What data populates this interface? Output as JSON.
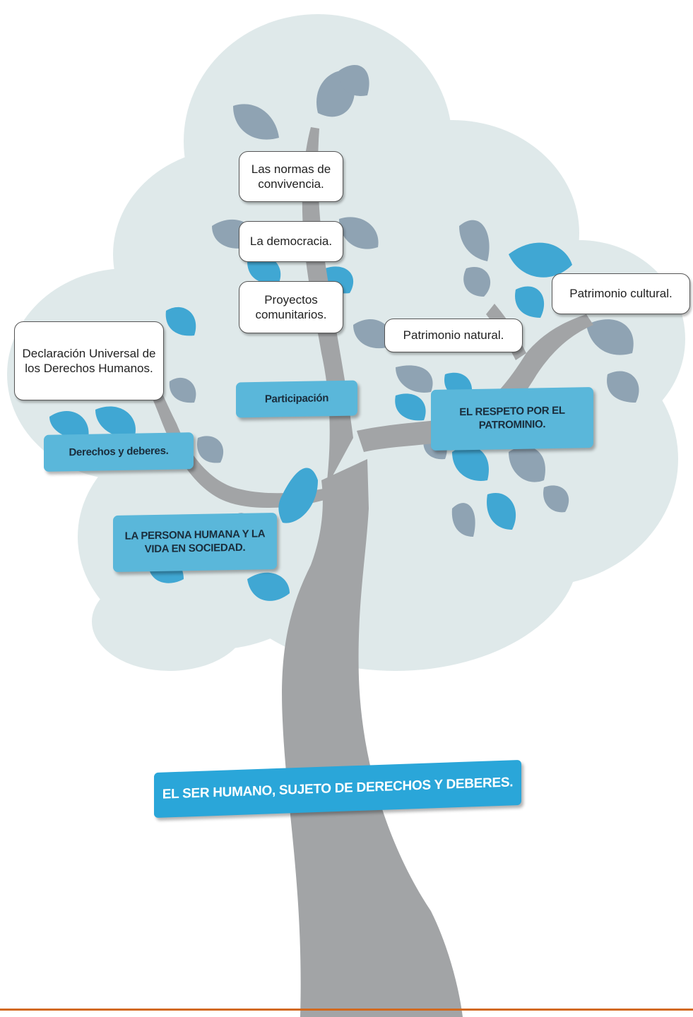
{
  "colors": {
    "canopy": "#dfe9ea",
    "trunk": "#a2a4a6",
    "leaf_blue": "#40a7d3",
    "leaf_gray": "#8fa3b3",
    "label_blue": "#5ab7da",
    "root_blue": "#2aa6d9",
    "bottom_rule": "#d2691e"
  },
  "nodes": {
    "root": "EL SER HUMANO, SUJETO DE DERECHOS Y DEBERES.",
    "persona": "LA PERSONA HUMANA Y LA VIDA EN SOCIEDAD.",
    "derechos": "Derechos y deberes.",
    "declaracion": "Declaración Universal de los Derechos Humanos.",
    "participacion": "Participación",
    "proyectos": "Proyectos comunitarios.",
    "democracia": "La democracia.",
    "normas": "Las normas de convivencia.",
    "respeto": "EL RESPETO POR EL PATROMINIO.",
    "natural": "Patrimonio natural.",
    "cultural": "Patrimonio cultural."
  }
}
